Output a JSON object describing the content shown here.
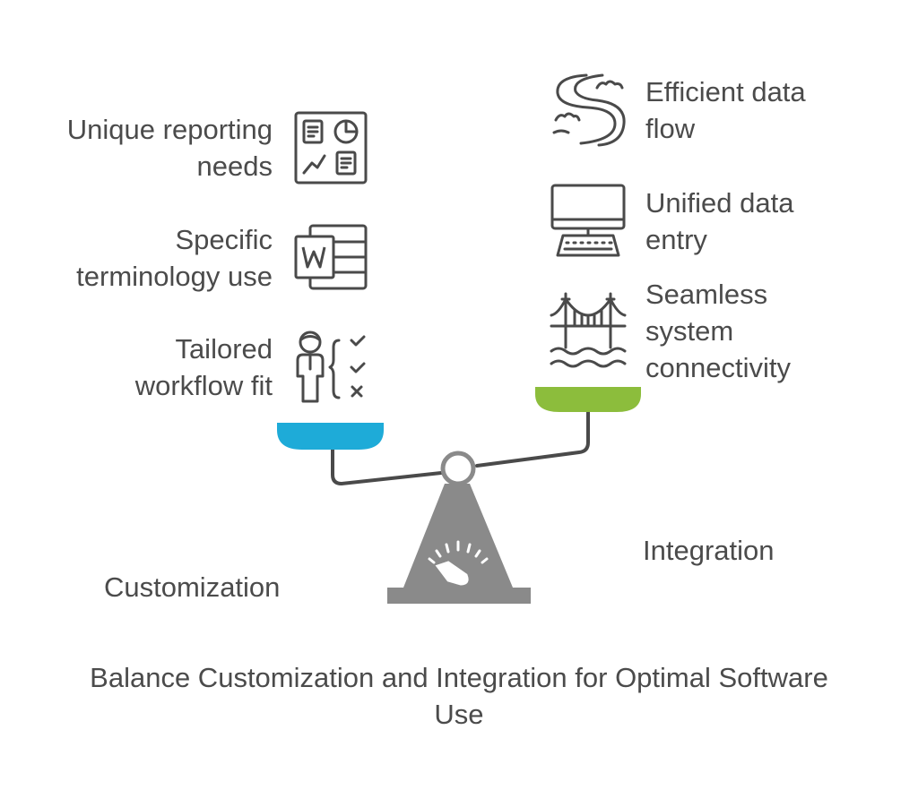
{
  "left_items": [
    {
      "line1": "Unique reporting",
      "line2": "needs",
      "icon": "report-dashboard-icon"
    },
    {
      "line1": "Specific",
      "line2": "terminology use",
      "icon": "word-document-icon"
    },
    {
      "line1": "Tailored",
      "line2": "workflow fit",
      "icon": "person-checklist-icon"
    }
  ],
  "right_items": [
    {
      "line1": "Efficient data",
      "line2": "flow",
      "icon": "river-icon"
    },
    {
      "line1": "Unified data",
      "line2": "entry",
      "icon": "computer-terminal-icon"
    },
    {
      "line1": "Seamless",
      "line2": "system",
      "line3": "connectivity",
      "icon": "bridge-icon"
    }
  ],
  "side_left": "Customization",
  "side_right": "Integration",
  "caption": {
    "line1": "Balance Customization and Integration for Optimal Software",
    "line2": "Use"
  },
  "colors": {
    "left_pan": "#1eabd8",
    "right_pan": "#8cbd3c",
    "structure": "#8a8a8a",
    "line": "#4a4a4a"
  }
}
